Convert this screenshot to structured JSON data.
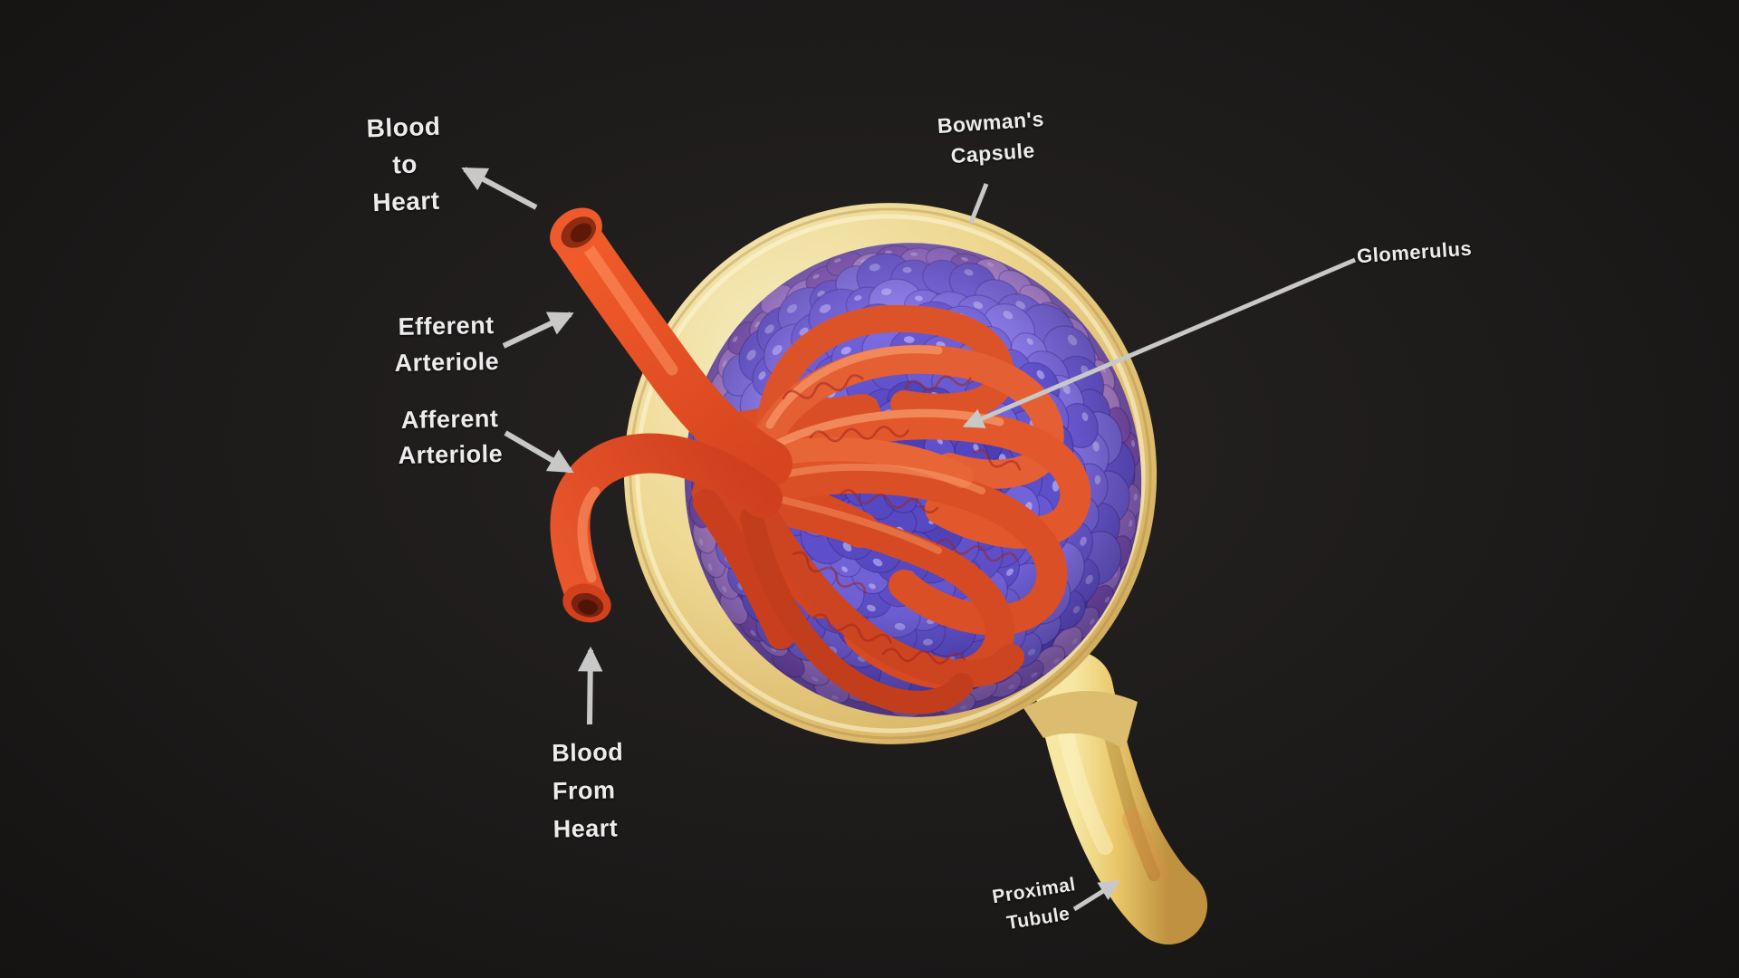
{
  "scene": {
    "description": "3D anatomical model of a kidney nephron corpuscle: Bowman's capsule with glomerulus, arterioles and proximal tubule on a dark background",
    "background": "#1d1b1a"
  },
  "labels": {
    "blood_to_heart": {
      "lines": [
        "Blood",
        "to",
        "Heart"
      ]
    },
    "efferent_arteriole": {
      "lines": [
        "Efferent",
        "Arteriole"
      ]
    },
    "afferent_arteriole": {
      "lines": [
        "Afferent",
        "Arteriole"
      ]
    },
    "blood_from_heart": {
      "lines": [
        "Blood",
        "From",
        "Heart"
      ]
    },
    "bowmans_capsule": {
      "lines": [
        "Bowman's",
        "Capsule"
      ]
    },
    "glomerulus": {
      "lines": [
        "Glomerulus"
      ]
    },
    "proximal_tubule": {
      "lines": [
        "Proximal",
        "Tubule"
      ]
    }
  },
  "colors": {
    "background": "#1d1b1a",
    "capsule_cream": "#ecd58c",
    "tubule_yellow": "#e9c766",
    "cell_purple": "#5b4ec9",
    "cell_rim_pink": "#b588d2",
    "vessel_red": "#e14e27",
    "label_text": "#ececec",
    "pointer_gray": "#c8c8c8"
  }
}
